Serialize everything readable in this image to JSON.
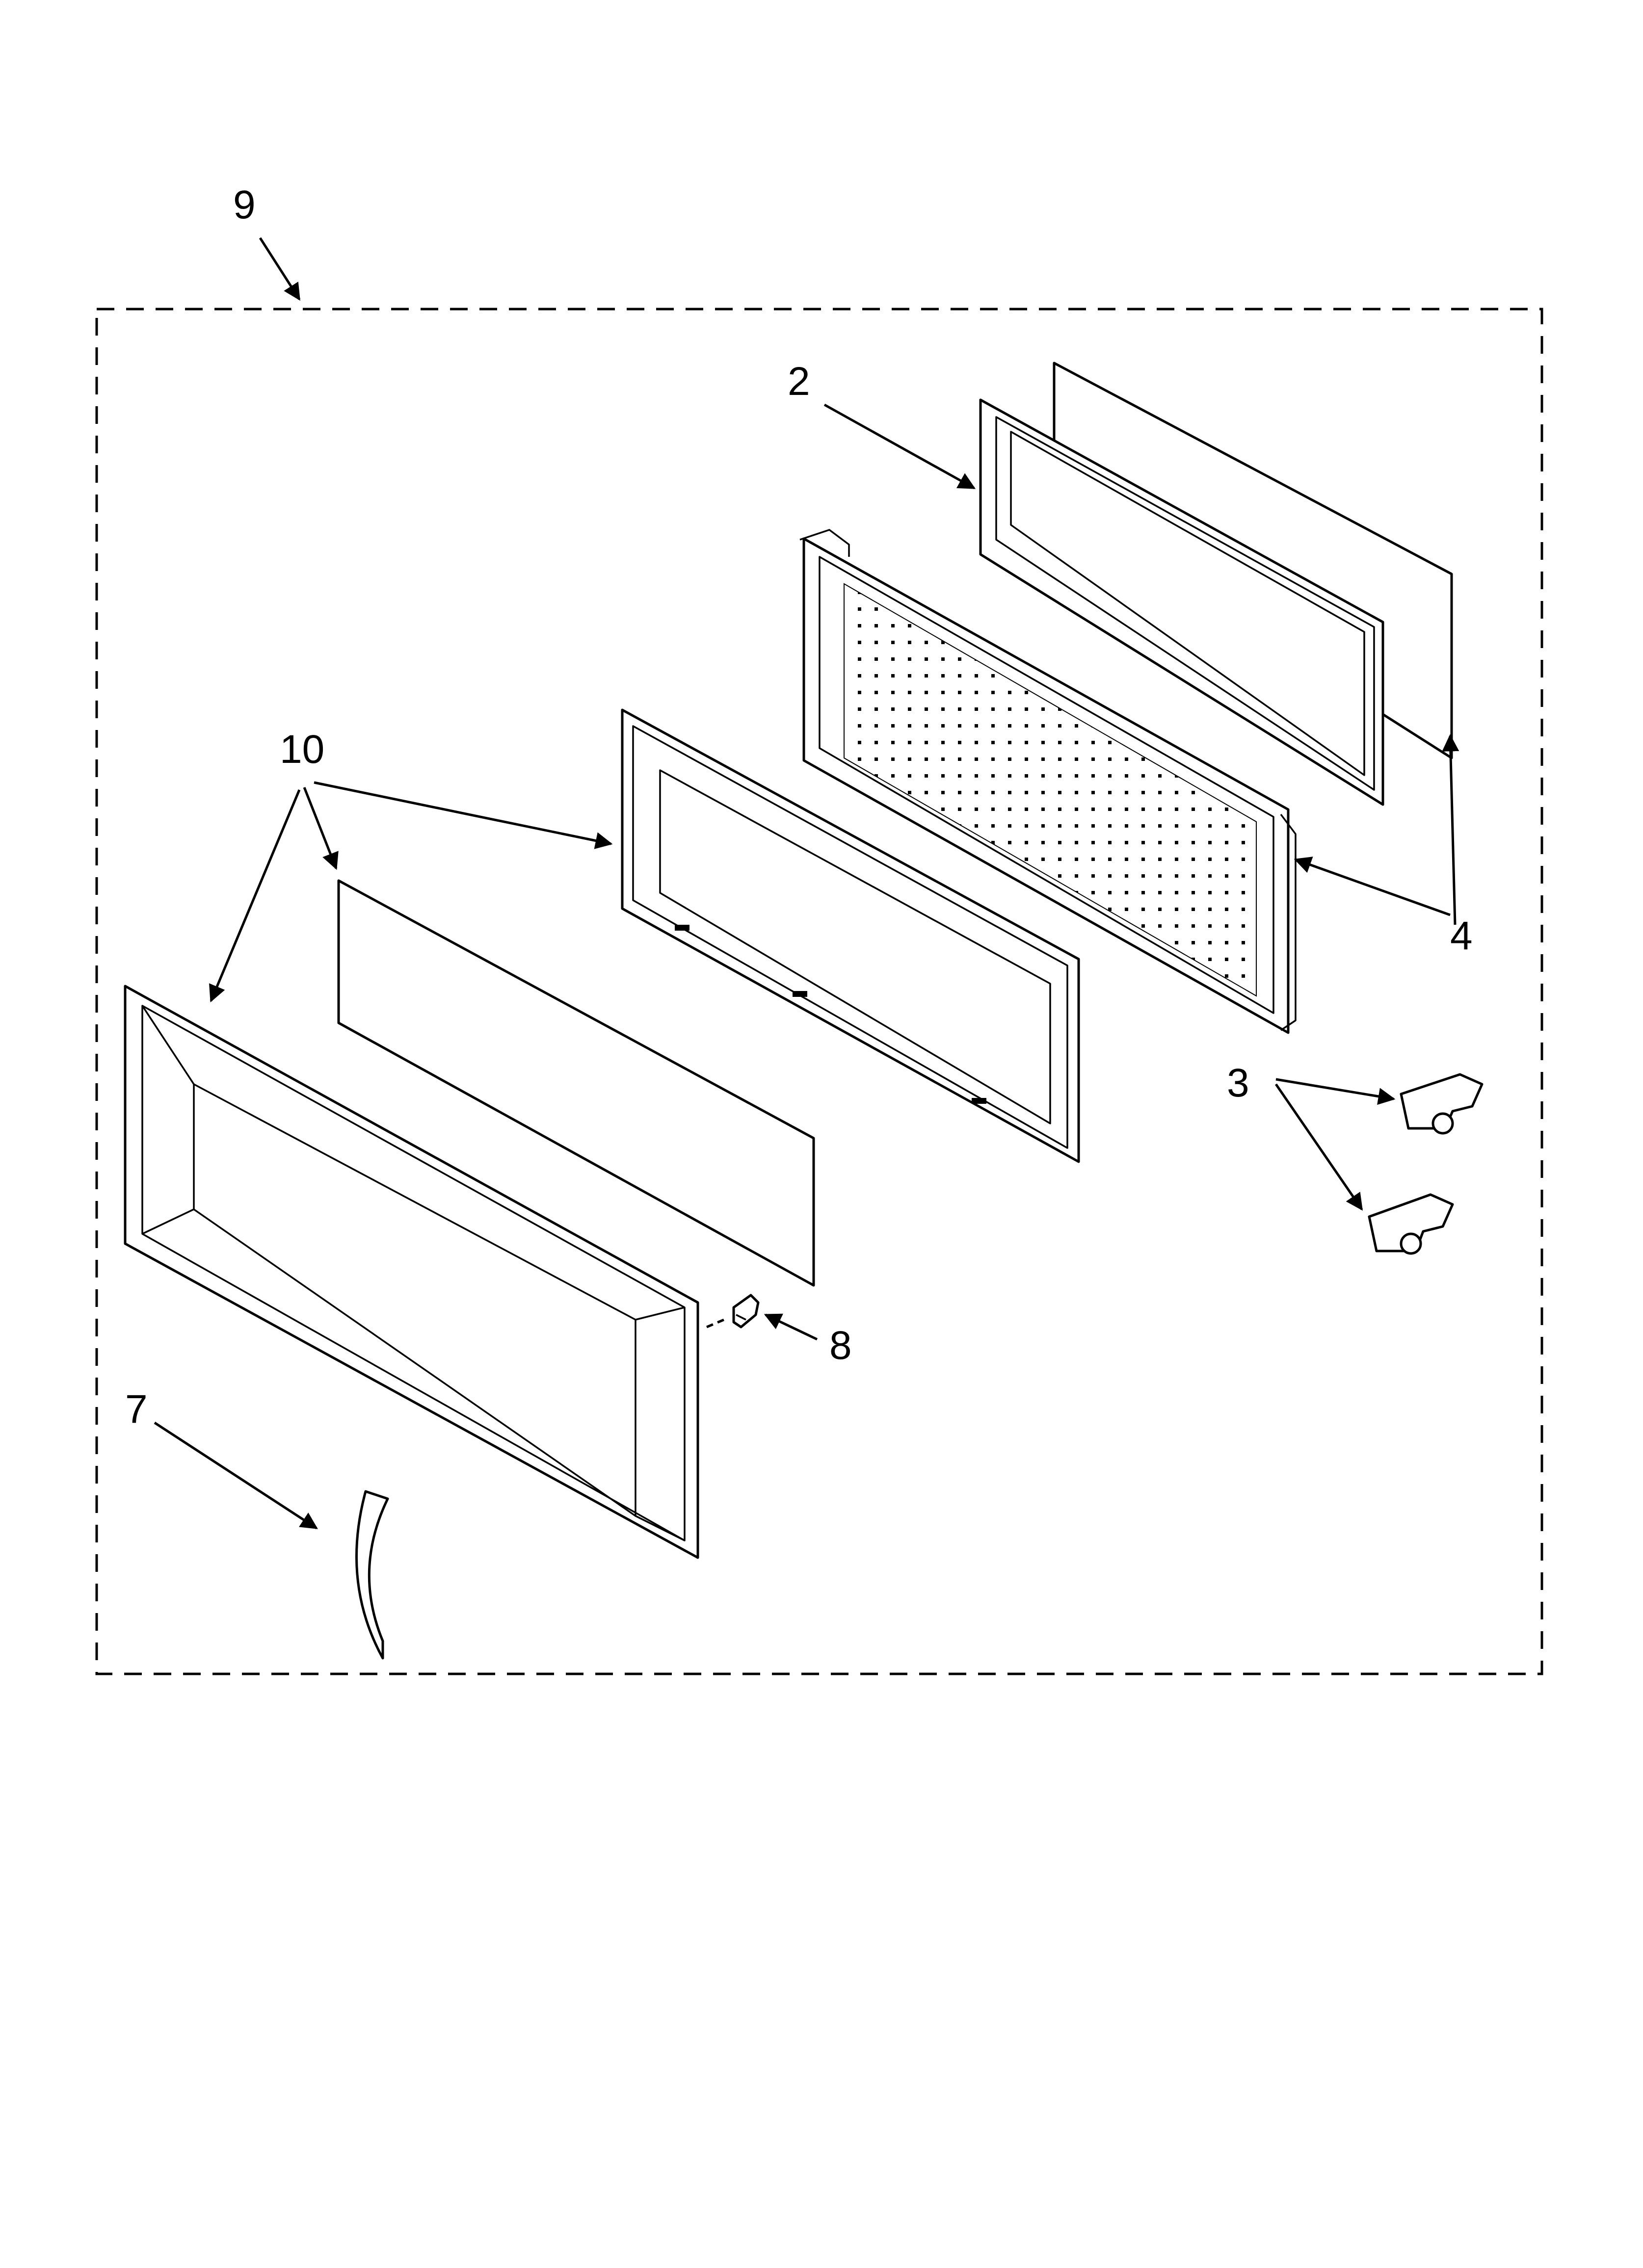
{
  "diagram": {
    "callouts": {
      "c9": "9",
      "c2": "2",
      "c10": "10",
      "c4": "4",
      "c3": "3",
      "c8": "8",
      "c7": "7"
    }
  }
}
